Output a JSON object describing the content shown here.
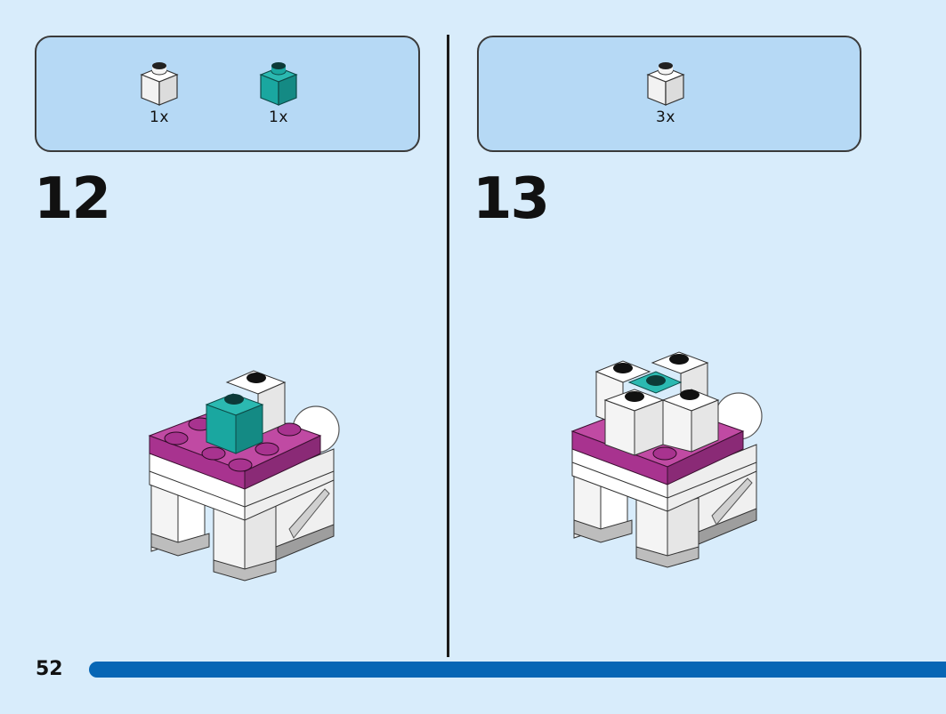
{
  "page": {
    "number": "52"
  },
  "steps": [
    {
      "number": "12",
      "parts": [
        {
          "qty": "1x",
          "icon": "white-1x1-brick-icon",
          "color": "#ffffff"
        },
        {
          "qty": "1x",
          "icon": "teal-1x1-brick-icon",
          "color": "#1aa7a0"
        }
      ]
    },
    {
      "number": "13",
      "parts": [
        {
          "qty": "3x",
          "icon": "white-1x1-brick-icon",
          "color": "#ffffff"
        }
      ]
    }
  ],
  "colors": {
    "background": "#d8ecfb",
    "parts_box": "#b6d9f5",
    "page_bar": "#0766b5",
    "magenta": "#a8338f",
    "teal": "#1aa7a0"
  }
}
